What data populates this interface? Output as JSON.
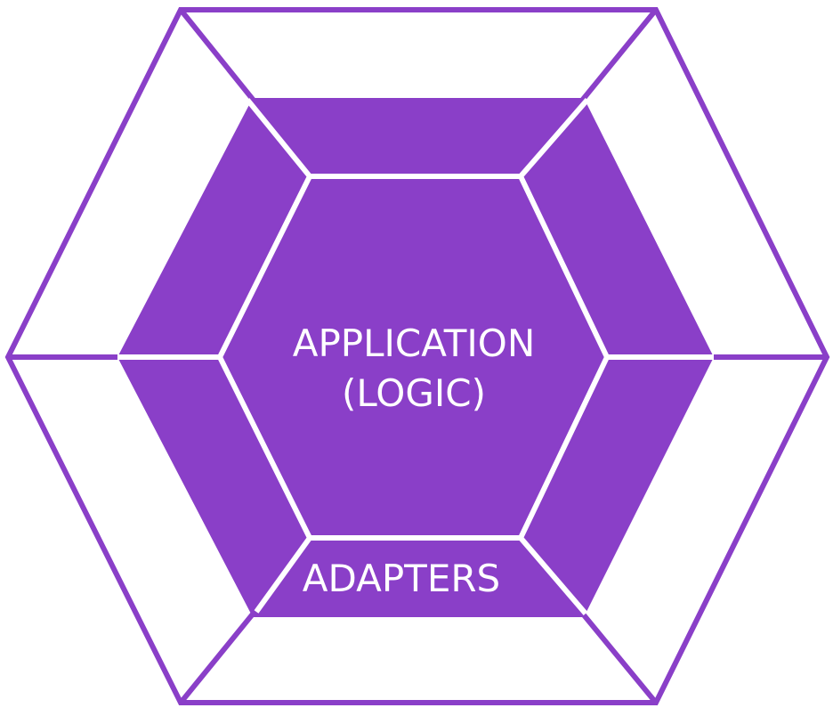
{
  "colors": {
    "purple": "#8a3fc8",
    "white": "#ffffff"
  },
  "diagram": {
    "core_label_line1": "APPLICATION",
    "core_label_line2": "(LOGIC)",
    "adapters_label": "ADAPTERS"
  }
}
